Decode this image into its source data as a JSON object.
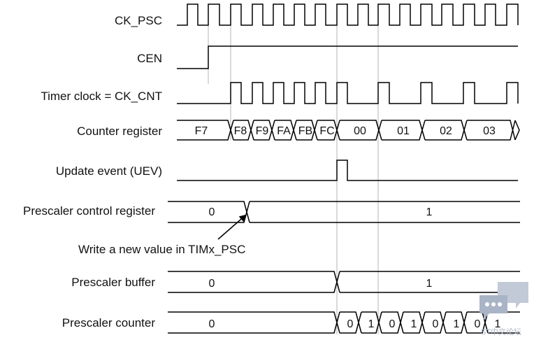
{
  "diagram": {
    "signals": [
      {
        "id": "ck_psc",
        "label": "CK_PSC"
      },
      {
        "id": "cen",
        "label": "CEN"
      },
      {
        "id": "ck_cnt",
        "label": "Timer clock = CK_CNT"
      },
      {
        "id": "counter",
        "label": "Counter register",
        "values": [
          "F7",
          "F8",
          "F9",
          "FA",
          "FB",
          "FC",
          "00",
          "01",
          "02",
          "03"
        ]
      },
      {
        "id": "uev",
        "label": "Update event (UEV)"
      },
      {
        "id": "psc_ctrl",
        "label": "Prescaler control register",
        "values": [
          "0",
          "1"
        ]
      },
      {
        "id": "psc_buf",
        "label": "Prescaler buffer",
        "values": [
          "0",
          "1"
        ]
      },
      {
        "id": "psc_cnt",
        "label": "Prescaler counter",
        "values": [
          "0",
          "0",
          "1",
          "0",
          "1",
          "0",
          "1",
          "0",
          "1"
        ]
      }
    ],
    "annotation": "Write a new value in TIMx_PSC",
    "watermark": "ST中文论坛",
    "colors": {
      "line": "#000000",
      "guide": "#b4b4b4",
      "watermark": "#a9b4c6"
    }
  }
}
